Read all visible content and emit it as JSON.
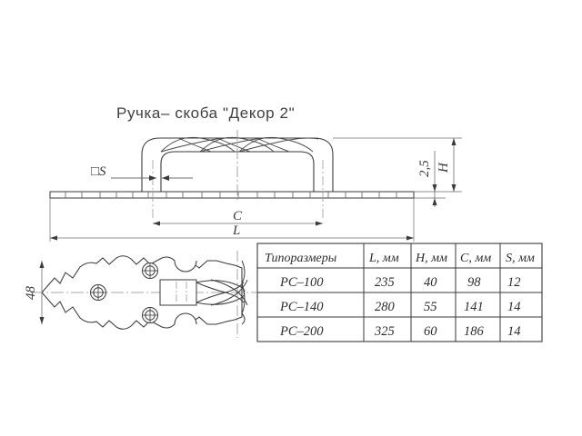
{
  "drawing": {
    "title": "Ручка– скоба  \"Декор 2\"",
    "background_color": "#ffffff",
    "line_color": "#3a3a3a",
    "thin_line_color": "#6e6e6e",
    "centerline_color": "#8d8d8d"
  },
  "labels": {
    "thickness_s": "□S",
    "height_h": "H",
    "plate_thickness": "2,5",
    "center_distance": "C",
    "overall_length": "L",
    "plate_width": "48"
  },
  "table": {
    "headers": [
      "Типоразмеры",
      "L, мм",
      "H, мм",
      "C, мм",
      "S, мм"
    ],
    "rows": [
      {
        "cells": [
          "РС–100",
          "235",
          "40",
          "98",
          "12"
        ]
      },
      {
        "cells": [
          "РС–140",
          "280",
          "55",
          "141",
          "14"
        ]
      },
      {
        "cells": [
          "РС–200",
          "325",
          "60",
          "186",
          "14"
        ]
      }
    ]
  },
  "chart_data": {
    "type": "table",
    "title": "Ручка– скоба  \"Декор 2\"",
    "categories": [
      "Типоразмеры",
      "L, мм",
      "H, мм",
      "C, мм",
      "S, мм"
    ],
    "series": [
      {
        "name": "РС–100",
        "values": [
          235,
          40,
          98,
          12
        ]
      },
      {
        "name": "РС–140",
        "values": [
          280,
          55,
          141,
          14
        ]
      },
      {
        "name": "РС–200",
        "values": [
          325,
          60,
          186,
          14
        ]
      }
    ],
    "annotations": [
      "□S",
      "2,5",
      "H",
      "C",
      "L",
      "48"
    ]
  }
}
